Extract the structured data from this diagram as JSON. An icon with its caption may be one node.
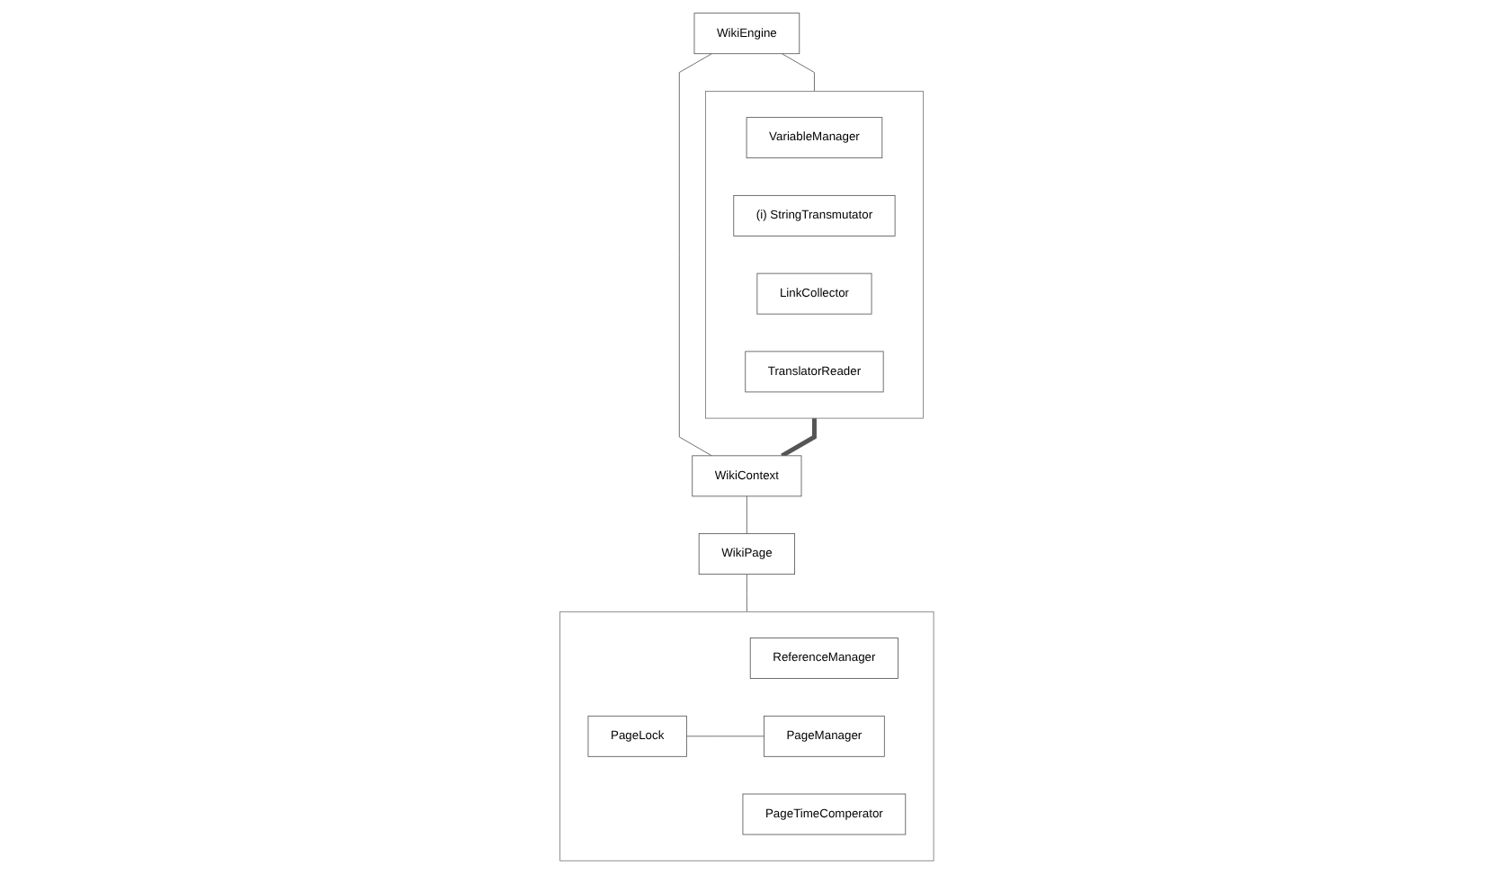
{
  "diagram": {
    "nodes": [
      {
        "text": [
          "WikiEngine"
        ]
      },
      {
        "text": [],
        "shape": "box"
      },
      {
        "text": [
          "VariableManager"
        ],
        "in": 1
      },
      {
        "text": [
          "(i) StringTransmutator"
        ],
        "in": 1
      },
      {
        "text": [
          "LinkCollector"
        ],
        "in": 1
      },
      {
        "text": [
          "TranslatorReader"
        ],
        "in": 1
      },
      {
        "text": [
          "WikiContext"
        ]
      },
      {
        "text": [
          "WikiPage"
        ]
      },
      {
        "text": [],
        "shape": "box"
      },
      {
        "text": [
          "ReferenceManager"
        ],
        "in": 8
      },
      {
        "text": [
          "PageTimeComperator"
        ],
        "in": 8
      },
      {
        "text": [
          "PageLock"
        ],
        "in": 8
      },
      {
        "text": [
          "PageManager"
        ],
        "in": 8
      }
    ],
    "edges": [
      {
        "from": 0,
        "to": 1,
        "arrow": "none"
      },
      {
        "from": 0,
        "to": 6,
        "arrow": "none"
      },
      {
        "from": 1,
        "to": 6,
        "arrow": "none",
        "style": "thick"
      },
      {
        "from": 6,
        "to": 7,
        "arrow": "none"
      },
      {
        "from": 7,
        "to": 8,
        "arrow": "none"
      },
      {
        "from": 11,
        "to": 12,
        "arrow": "none"
      }
    ]
  }
}
